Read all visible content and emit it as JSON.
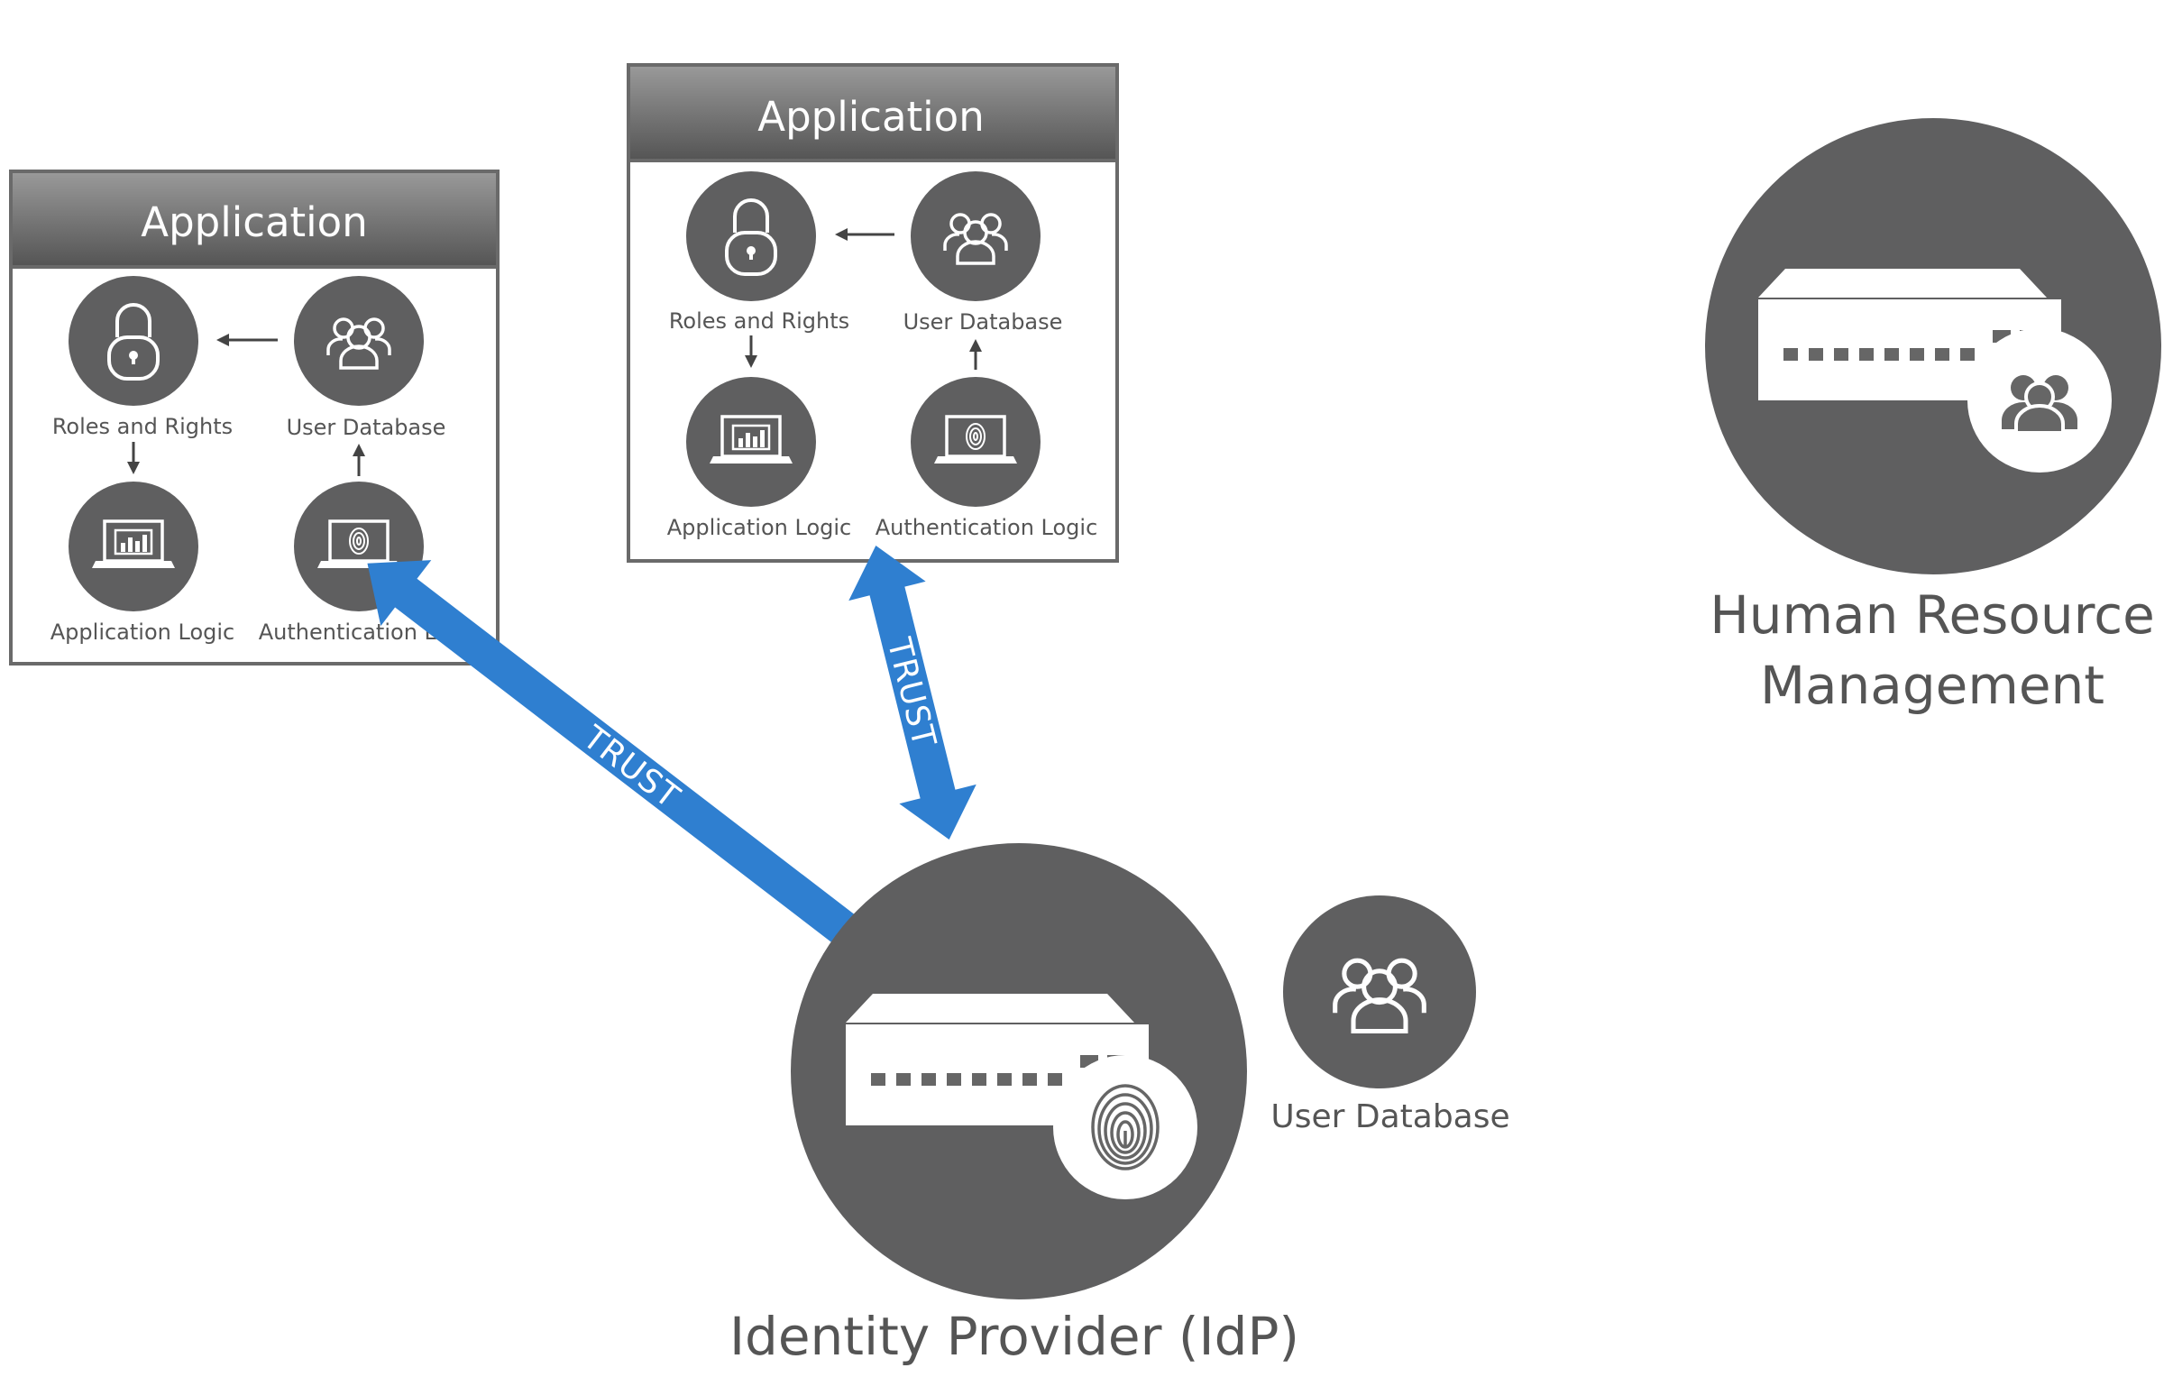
{
  "applications": [
    {
      "title": "Application",
      "nodes": {
        "roles": "Roles and Rights",
        "user_db": "User Database",
        "app_logic": "Application Logic",
        "auth_logic": "Authentication Logic"
      }
    },
    {
      "title": "Application",
      "nodes": {
        "roles": "Roles and Rights",
        "user_db": "User Database",
        "app_logic": "Application Logic",
        "auth_logic": "Authentication Logic"
      }
    }
  ],
  "trust_links": [
    "TRUST",
    "TRUST"
  ],
  "idp": {
    "label": "Identity Provider (IdP)",
    "icon": "fingerprint-icon"
  },
  "idp_user_db": {
    "label": "User Database",
    "icon": "users-icon"
  },
  "hrm": {
    "label_line1": "Human Resource",
    "label_line2": "Management",
    "icon": "users-icon"
  },
  "colors": {
    "circle": "#5f5f60",
    "trust_arrow": "#2f7fd0",
    "header_top": "#8c8c8c",
    "header_bottom": "#575757"
  }
}
